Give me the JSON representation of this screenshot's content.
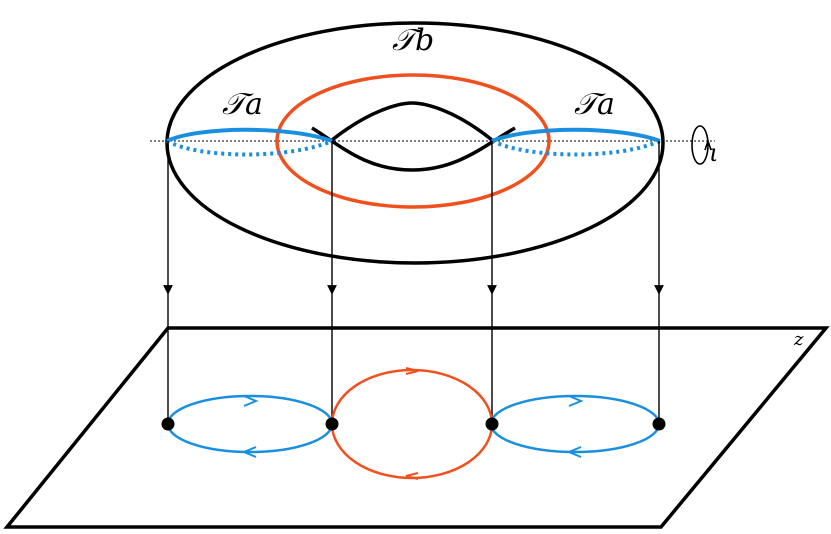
{
  "labels": {
    "torus_b": "𝒯b",
    "torus_a_left": "𝒯a",
    "torus_a_right": "𝒯a",
    "axis": "ι",
    "plane": "z"
  },
  "colors": {
    "outline": "#000000",
    "cycle_a": "#1a8fe0",
    "cycle_b": "#f0501e",
    "guide": "#000000"
  }
}
